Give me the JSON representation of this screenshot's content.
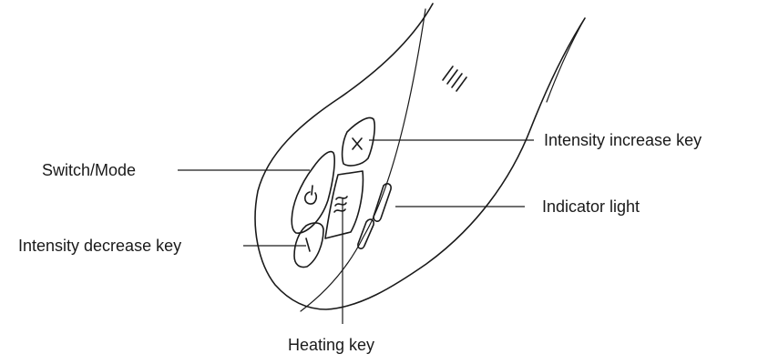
{
  "labels": {
    "intensity_increase": "Intensity increase key",
    "switch_mode": "Switch/Mode",
    "indicator_light": "Indicator light",
    "intensity_decrease": "Intensity decrease key",
    "heating": "Heating key"
  },
  "colors": {
    "line": "#1a1a1a",
    "background": "#ffffff"
  },
  "icons": {
    "increase": "plus-icon",
    "decrease": "minus-icon",
    "power": "power-icon",
    "heat": "heat-waves-icon",
    "texture": "grip-lines-icon"
  }
}
